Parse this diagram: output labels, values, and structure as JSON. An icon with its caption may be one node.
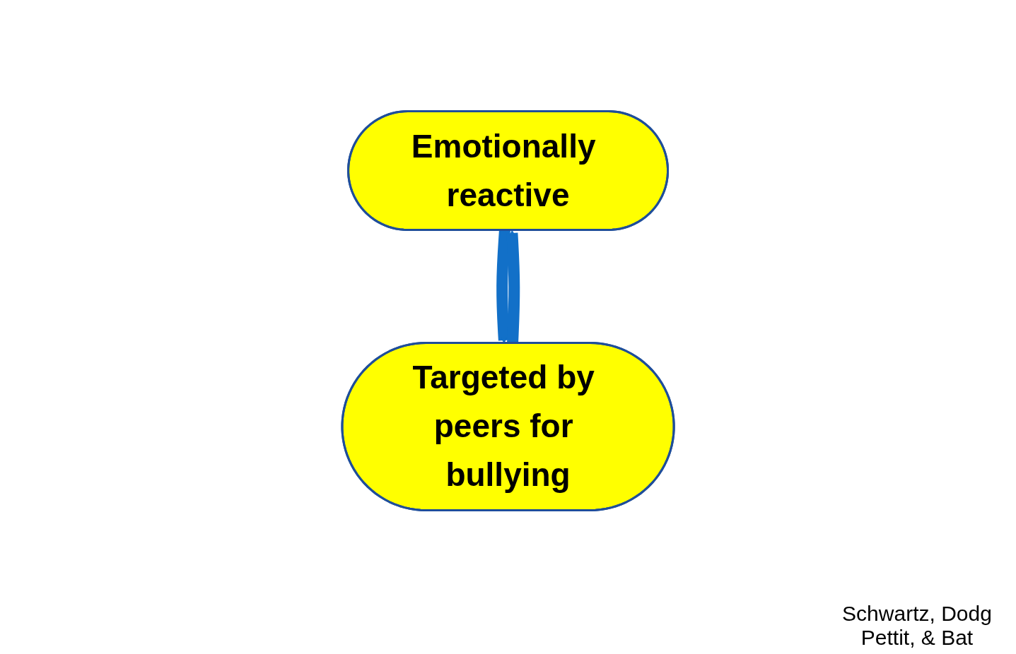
{
  "diagram": {
    "nodes": [
      {
        "text": [
          "Emotionally reactive"
        ]
      },
      {
        "text": [
          "Targeted by peers for bullying"
        ]
      }
    ],
    "edges": [
      {
        "from": 0,
        "to": 1,
        "arrow": "to"
      },
      {
        "from": 1,
        "to": 0,
        "arrow": "to"
      }
    ],
    "labels": [
      "Schwartz, Dodg Pettit, & Bat"
    ]
  }
}
